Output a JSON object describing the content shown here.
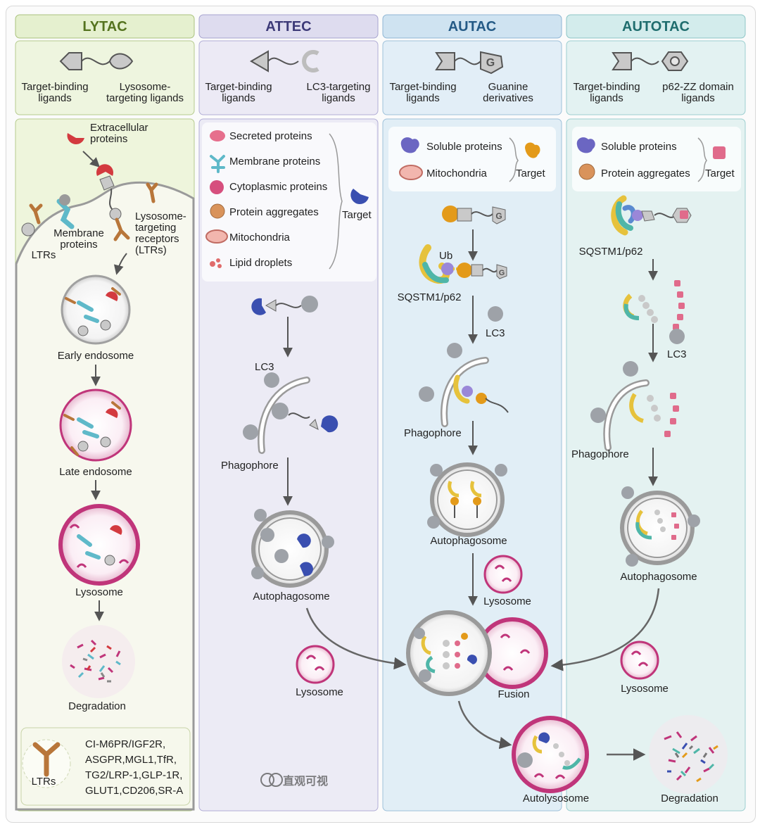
{
  "columns": [
    {
      "title": "LYTAC",
      "ligand_left": [
        "Target-binding",
        "ligands"
      ],
      "ligand_right": [
        "Lysosome-",
        "targeting ligands"
      ]
    },
    {
      "title": "ATTEC",
      "ligand_left": [
        "Target-binding",
        "ligands"
      ],
      "ligand_right": [
        "LC3-targeting",
        "ligands"
      ]
    },
    {
      "title": "AUTAC",
      "ligand_left": [
        "Target-binding",
        "ligands"
      ],
      "ligand_right": [
        "Guanine",
        "derivatives"
      ]
    },
    {
      "title": "AUTOTAC",
      "ligand_left": [
        "Target-binding",
        "ligands"
      ],
      "ligand_right": [
        "p62-ZZ domain",
        "ligands"
      ]
    }
  ],
  "lytac": {
    "extracellular": [
      "Extracellular",
      "proteins"
    ],
    "membrane": [
      "Membrane",
      "proteins"
    ],
    "ltrs_short": "LTRs",
    "receptors": [
      "Lysosome-",
      "targeting",
      "receptors",
      "(LTRs)"
    ],
    "early_endosome": "Early endosome",
    "late_endosome": "Late endosome",
    "lysosome": "Lysosome",
    "degradation": "Degradation",
    "ltr_list_label": "LTRs",
    "ltr_list": [
      "CI-M6PR/IGF2R,",
      "ASGPR,MGL1,TfR,",
      "TG2/LRP-1,GLP-1R,",
      "GLUT1,CD206,SR-A"
    ]
  },
  "attec": {
    "targets": [
      "Secreted proteins",
      "Membrane proteins",
      "Cytoplasmic proteins",
      "Protein aggregates",
      "Mitochondria",
      "Lipid droplets"
    ],
    "target_label": "Target",
    "lc3": "LC3",
    "phagophore": "Phagophore",
    "autophagosome": "Autophagosome",
    "lysosome": "Lysosome"
  },
  "autac": {
    "targets": [
      "Soluble proteins",
      "Mitochondria"
    ],
    "target_label": "Target",
    "g": "G",
    "ub": "Ub",
    "p62": "SQSTM1/p62",
    "lc3": "LC3",
    "phagophore": "Phagophore",
    "autophagosome": "Autophagosome",
    "lysosome": "Lysosome",
    "fusion": "Fusion",
    "autolysosome": "Autolysosome",
    "degradation": "Degradation"
  },
  "autotac": {
    "targets": [
      "Soluble proteins",
      "Protein aggregates"
    ],
    "target_label": "Target",
    "p62": "SQSTM1/p62",
    "lc3": "LC3",
    "phagophore": "Phagophore",
    "autophagosome": "Autophagosome",
    "lysosome": "Lysosome"
  },
  "watermark": "直观可视",
  "colors": {
    "lytac": "#e5f0cf",
    "attec": "#dedcef",
    "autac": "#cfe3f1",
    "autotac": "#d3ecec",
    "lysosome": "#c0357a",
    "target_blue": "#3a4fb0",
    "target_orange": "#e39a1a",
    "target_red": "#d33a3f"
  }
}
